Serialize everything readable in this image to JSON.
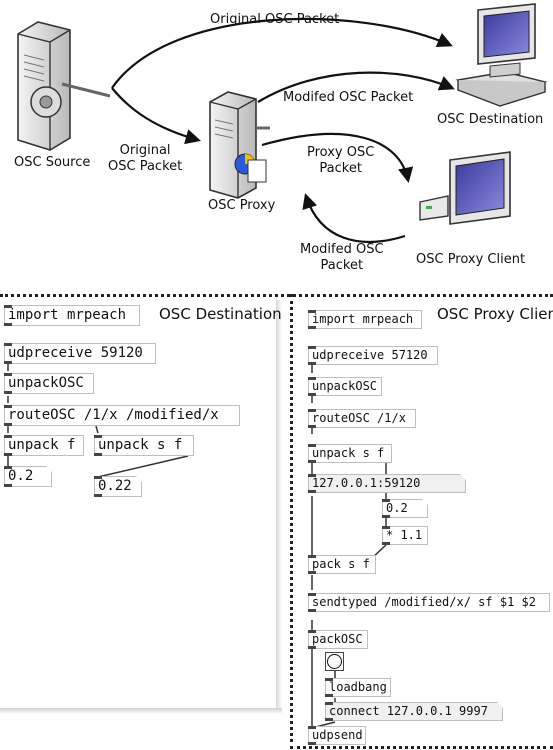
{
  "diagram": {
    "original_packet_top": "Original OSC Packet",
    "original_packet_left": "Original\nOSC Packet",
    "modified_packet_top": "Modifed OSC Packet",
    "proxy_packet": "Proxy OSC\nPacket",
    "modified_packet_bottom": "Modifed OSC\nPacket",
    "osc_source": "OSC Source",
    "osc_proxy": "OSC Proxy",
    "osc_destination": "OSC Destination",
    "osc_proxy_client": "OSC Proxy Client"
  },
  "left_patch": {
    "title": "OSC Destination",
    "objects": {
      "import": "import mrpeach",
      "udpreceive": "udpreceive 59120",
      "unpack_osc": "unpackOSC",
      "route_osc": "routeOSC /1/x /modified/x",
      "unpack_f": "unpack f",
      "unpack_sf": "unpack s f",
      "num1": "0.2",
      "num2": "0.22"
    }
  },
  "right_patch": {
    "title": "OSC Proxy Client",
    "objects": {
      "import": "import mrpeach",
      "udpreceive": "udpreceive 57120",
      "unpack_osc": "unpackOSC",
      "route_osc": "routeOSC /1/x",
      "unpack_sf": "unpack s f",
      "msg_addr": "127.0.0.1:59120",
      "num": "0.2",
      "mult": "* 1.1",
      "pack_sf": "pack s f",
      "sendtyped": "sendtyped /modified/x/ sf $1 $2",
      "pack_osc": "packOSC",
      "loadbang": "loadbang",
      "connect": "connect 127.0.0.1 9997",
      "udpsend": "udpsend"
    }
  }
}
